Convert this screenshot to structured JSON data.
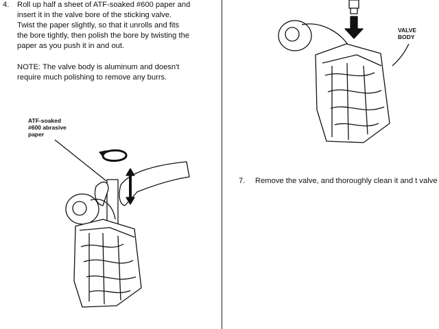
{
  "step4": {
    "number": "4.",
    "text": "Roll up half a sheet of ATF-soaked #600 paper and\ninsert it in the valve bore of the sticking valve.\nTwist the paper slightly, so that it unrolls and fits\nthe bore tightly, then polish the bore by twisting the\npaper as you push it in and out."
  },
  "note": "NOTE: The valve body is aluminum and doesn't\nrequire much polishing to remove any burrs.",
  "figure1": {
    "label": "ATF-soaked\n#600 abrasive\npaper"
  },
  "figure2": {
    "label": "VALVE\nBODY"
  },
  "step7": {
    "number": "7.",
    "text": "Remove the valve, and thoroughly clean it and t\nvalve body with solvent. Dry all parts with com\npressed air, then reassemble using ATF as a lubrica"
  }
}
